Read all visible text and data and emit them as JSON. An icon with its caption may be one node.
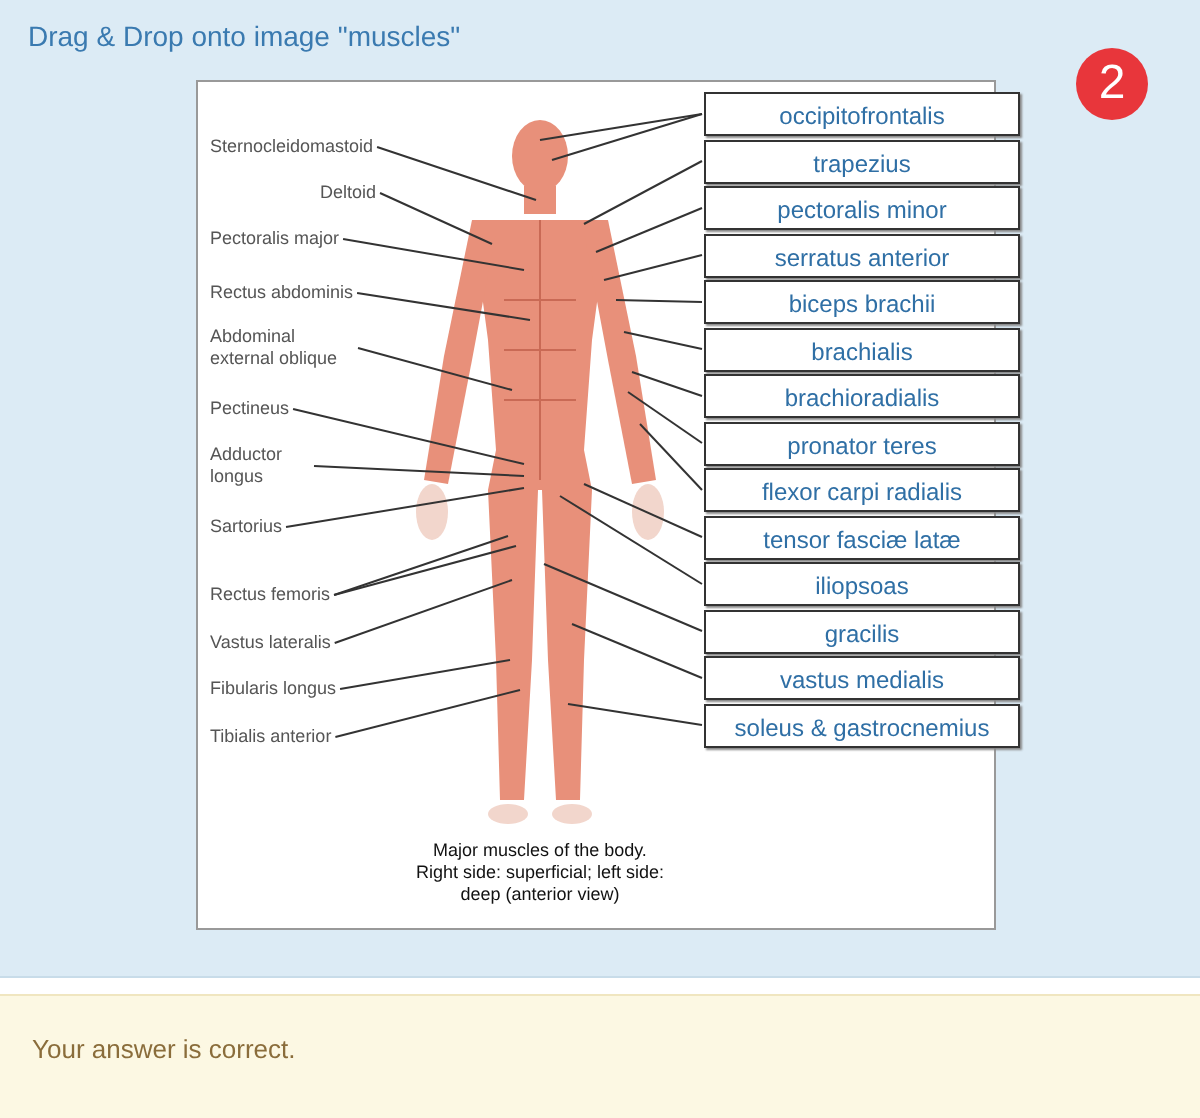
{
  "diagram": {
    "title": "Drag & Drop onto image \"muscles\"",
    "caption": "Major muscles of the body. Right side: superficial; left side: deep (anterior view)",
    "nodes": [
      {
        "text": [
          "Sternocleidomastoid"
        ]
      },
      {
        "text": [
          "Deltoid"
        ]
      },
      {
        "text": [
          "Pectoralis major"
        ]
      },
      {
        "text": [
          "Rectus abdominis"
        ]
      },
      {
        "text": [
          "Abdominal external oblique"
        ]
      },
      {
        "text": [
          "Pectineus"
        ]
      },
      {
        "text": [
          "Adductor longus"
        ]
      },
      {
        "text": [
          "Sartorius"
        ]
      },
      {
        "text": [
          "Rectus femoris"
        ]
      },
      {
        "text": [
          "Vastus lateralis"
        ]
      },
      {
        "text": [
          "Fibularis longus"
        ]
      },
      {
        "text": [
          "Tibialis anterior"
        ]
      },
      {
        "text": [
          "occipitofrontalis"
        ]
      },
      {
        "text": [
          "trapezius"
        ]
      },
      {
        "text": [
          "pectoralis minor"
        ]
      },
      {
        "text": [
          "serratus anterior"
        ]
      },
      {
        "text": [
          "biceps brachii"
        ]
      },
      {
        "text": [
          "brachialis"
        ]
      },
      {
        "text": [
          "brachioradialis"
        ]
      },
      {
        "text": [
          "pronator teres"
        ]
      },
      {
        "text": [
          "flexor carpi radialis"
        ]
      },
      {
        "text": [
          "tensor fasciæ latæ"
        ]
      },
      {
        "text": [
          "iliopsoas"
        ]
      },
      {
        "text": [
          "gracilis"
        ]
      },
      {
        "text": [
          "vastus medialis"
        ]
      },
      {
        "text": [
          "soleus & gastrocnemius"
        ]
      },
      {
        "text": [],
        "shape": "picture"
      }
    ],
    "edges": [
      {
        "from": 0,
        "to": 26,
        "arrow": "none"
      },
      {
        "from": 1,
        "to": 26,
        "arrow": "none"
      },
      {
        "from": 2,
        "to": 26,
        "arrow": "none"
      },
      {
        "from": 3,
        "to": 26,
        "arrow": "none"
      },
      {
        "from": 4,
        "to": 26,
        "arrow": "none"
      },
      {
        "from": 5,
        "to": 26,
        "arrow": "none"
      },
      {
        "from": 6,
        "to": 26,
        "arrow": "none"
      },
      {
        "from": 7,
        "to": 26,
        "arrow": "none"
      },
      {
        "from": 8,
        "to": 26,
        "arrow": "none"
      },
      {
        "from": 8,
        "to": 26,
        "arrow": "none"
      },
      {
        "from": 9,
        "to": 26,
        "arrow": "none"
      },
      {
        "from": 10,
        "to": 26,
        "arrow": "none"
      },
      {
        "from": 11,
        "to": 26,
        "arrow": "none"
      },
      {
        "from": 12,
        "to": 26,
        "arrow": "none"
      },
      {
        "from": 12,
        "to": 26,
        "arrow": "none"
      },
      {
        "from": 13,
        "to": 26,
        "arrow": "none"
      },
      {
        "from": 14,
        "to": 26,
        "arrow": "none"
      },
      {
        "from": 15,
        "to": 26,
        "arrow": "none"
      },
      {
        "from": 16,
        "to": 26,
        "arrow": "none"
      },
      {
        "from": 17,
        "to": 26,
        "arrow": "none"
      },
      {
        "from": 18,
        "to": 26,
        "arrow": "none"
      },
      {
        "from": 19,
        "to": 26,
        "arrow": "none"
      },
      {
        "from": 20,
        "to": 26,
        "arrow": "none"
      },
      {
        "from": 21,
        "to": 26,
        "arrow": "none"
      },
      {
        "from": 22,
        "to": 26,
        "arrow": "none"
      },
      {
        "from": 23,
        "to": 26,
        "arrow": "none"
      },
      {
        "from": 24,
        "to": 26,
        "arrow": "none"
      },
      {
        "from": 25,
        "to": 26,
        "arrow": "none"
      }
    ],
    "labels": [
      "2",
      "Your answer is correct."
    ]
  }
}
